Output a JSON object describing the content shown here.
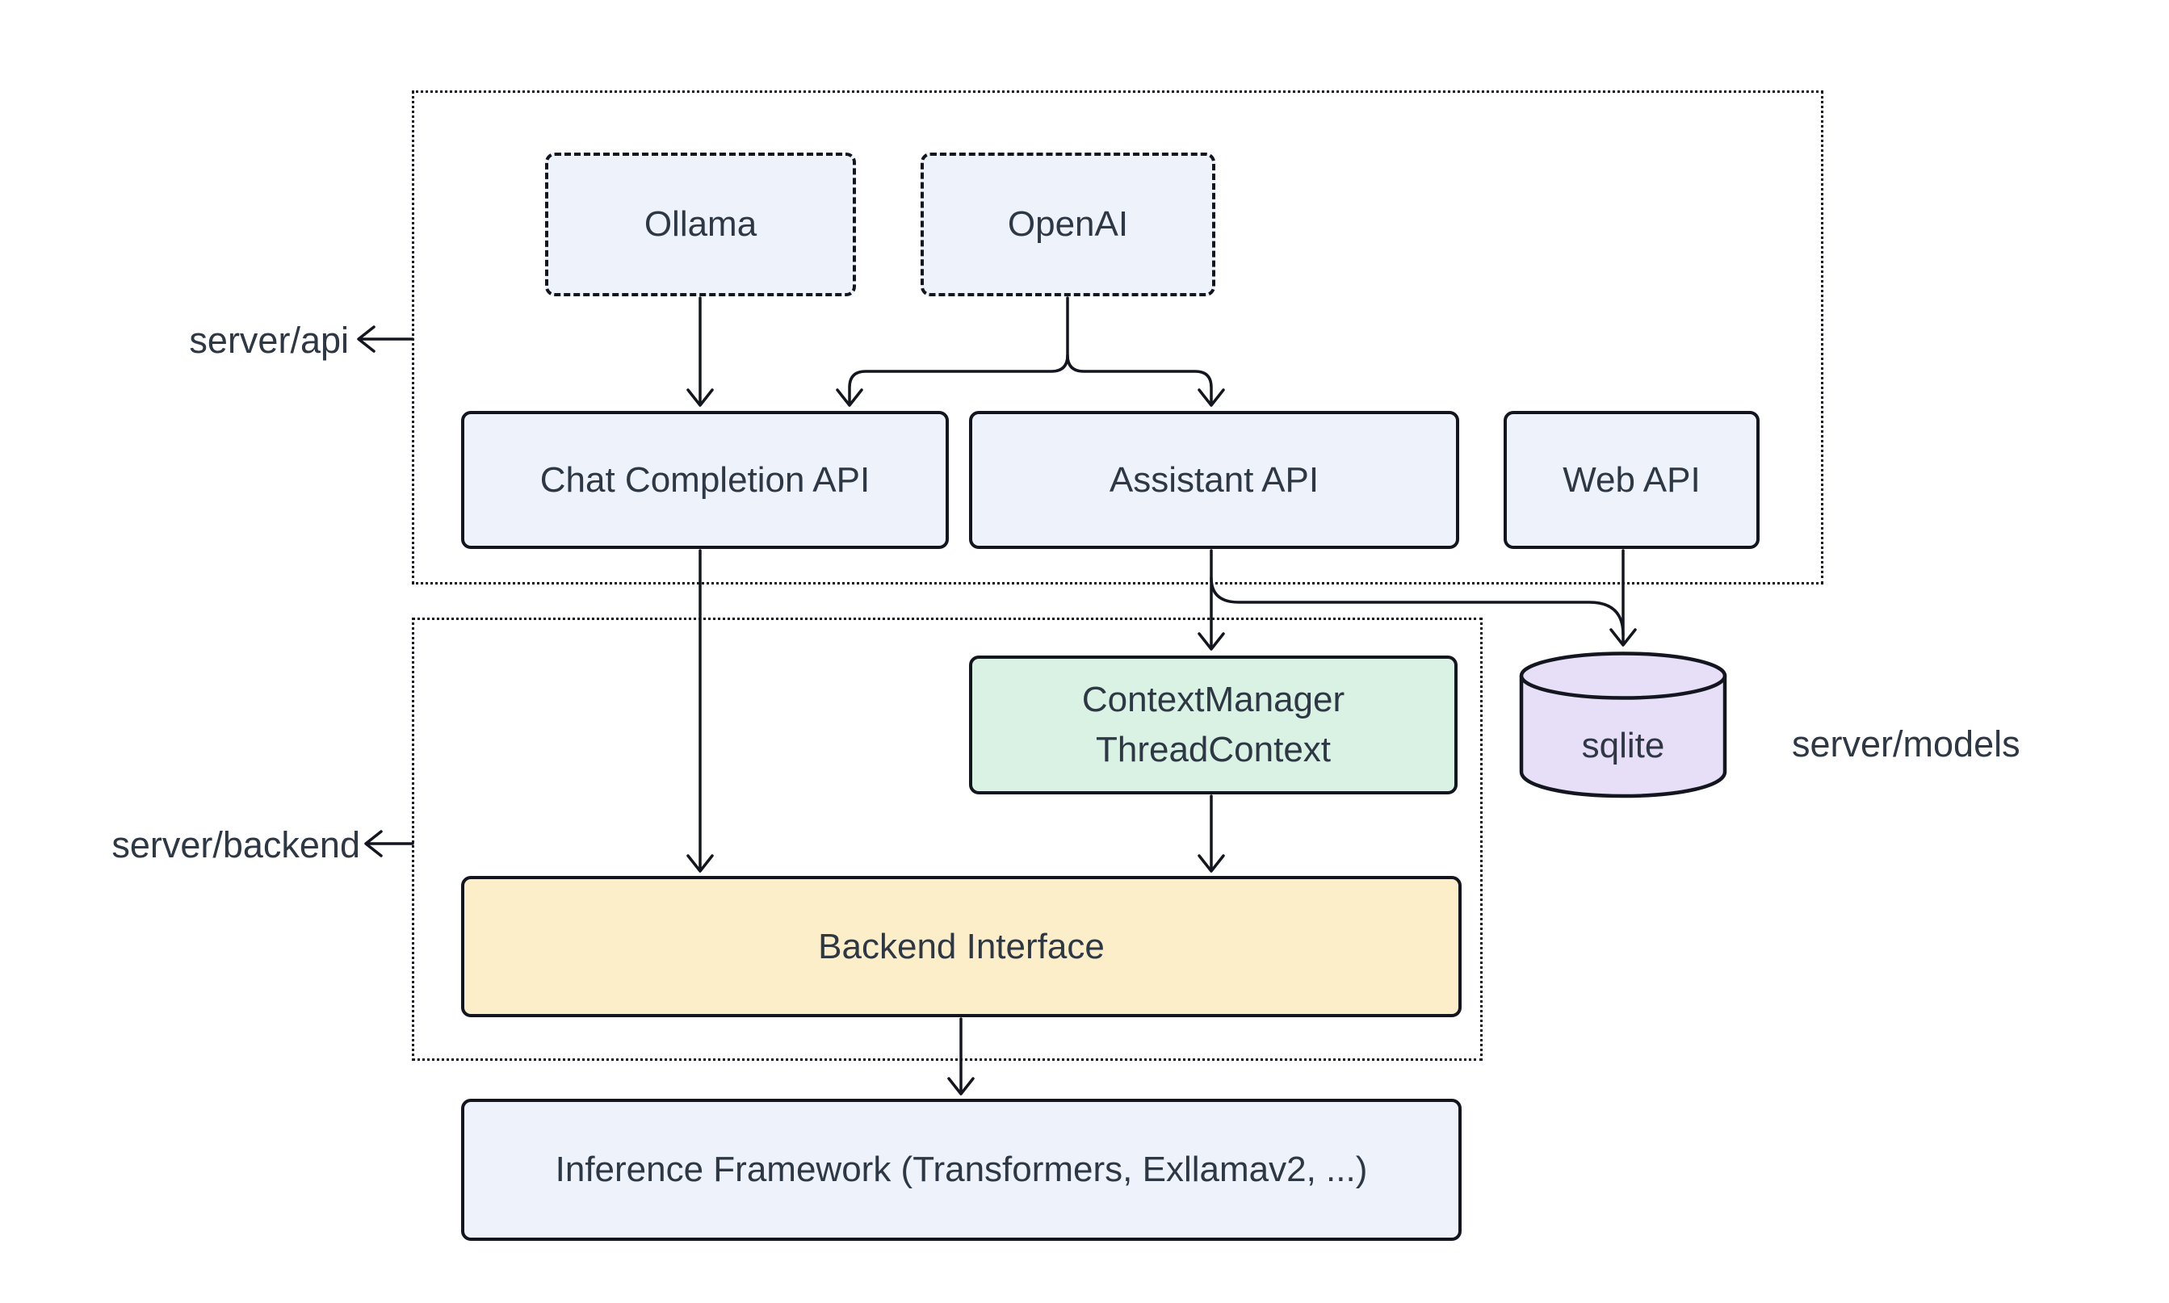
{
  "diagram": {
    "kind": "architecture-flowchart",
    "background": "#ffffff",
    "stroke_color": "#14161f",
    "text_color": "#2e3744",
    "groups": {
      "api": {
        "label": "server/api"
      },
      "backend": {
        "label": "server/backend"
      },
      "models": {
        "label": "server/models"
      }
    },
    "nodes": {
      "ollama": {
        "label": "Ollama",
        "fill": "#edf2fb",
        "border": "dashed"
      },
      "openai": {
        "label": "OpenAI",
        "fill": "#edf2fb",
        "border": "dashed"
      },
      "chat_completion_api": {
        "label": "Chat Completion API",
        "fill": "#edf2fb",
        "border": "solid"
      },
      "assistant_api": {
        "label": "Assistant API",
        "fill": "#edf2fb",
        "border": "solid"
      },
      "web_api": {
        "label": "Web API",
        "fill": "#edf2fb",
        "border": "solid"
      },
      "context_manager": {
        "line1": "ContextManager",
        "line2": "ThreadContext",
        "fill": "#d9f2e3",
        "border": "solid"
      },
      "backend_interface": {
        "label": "Backend Interface",
        "fill": "#fbeec9",
        "border": "solid"
      },
      "sqlite": {
        "label": "sqlite",
        "fill": "#e7def7",
        "shape": "cylinder"
      },
      "inference_framework": {
        "label": "Inference Framework (Transformers, Exllamav2, ...)",
        "fill": "#edf2fb",
        "border": "solid"
      }
    },
    "edges": [
      {
        "from": "ollama",
        "to": "chat_completion_api"
      },
      {
        "from": "openai",
        "to": "chat_completion_api"
      },
      {
        "from": "openai",
        "to": "assistant_api"
      },
      {
        "from": "chat_completion_api",
        "to": "backend_interface"
      },
      {
        "from": "assistant_api",
        "to": "context_manager"
      },
      {
        "from": "assistant_api",
        "to": "sqlite"
      },
      {
        "from": "web_api",
        "to": "sqlite"
      },
      {
        "from": "context_manager",
        "to": "backend_interface"
      },
      {
        "from": "backend_interface",
        "to": "inference_framework"
      },
      {
        "from": "api-cluster-border",
        "to": "label-server/api"
      },
      {
        "from": "backend-cluster-border",
        "to": "label-server/backend"
      }
    ]
  }
}
